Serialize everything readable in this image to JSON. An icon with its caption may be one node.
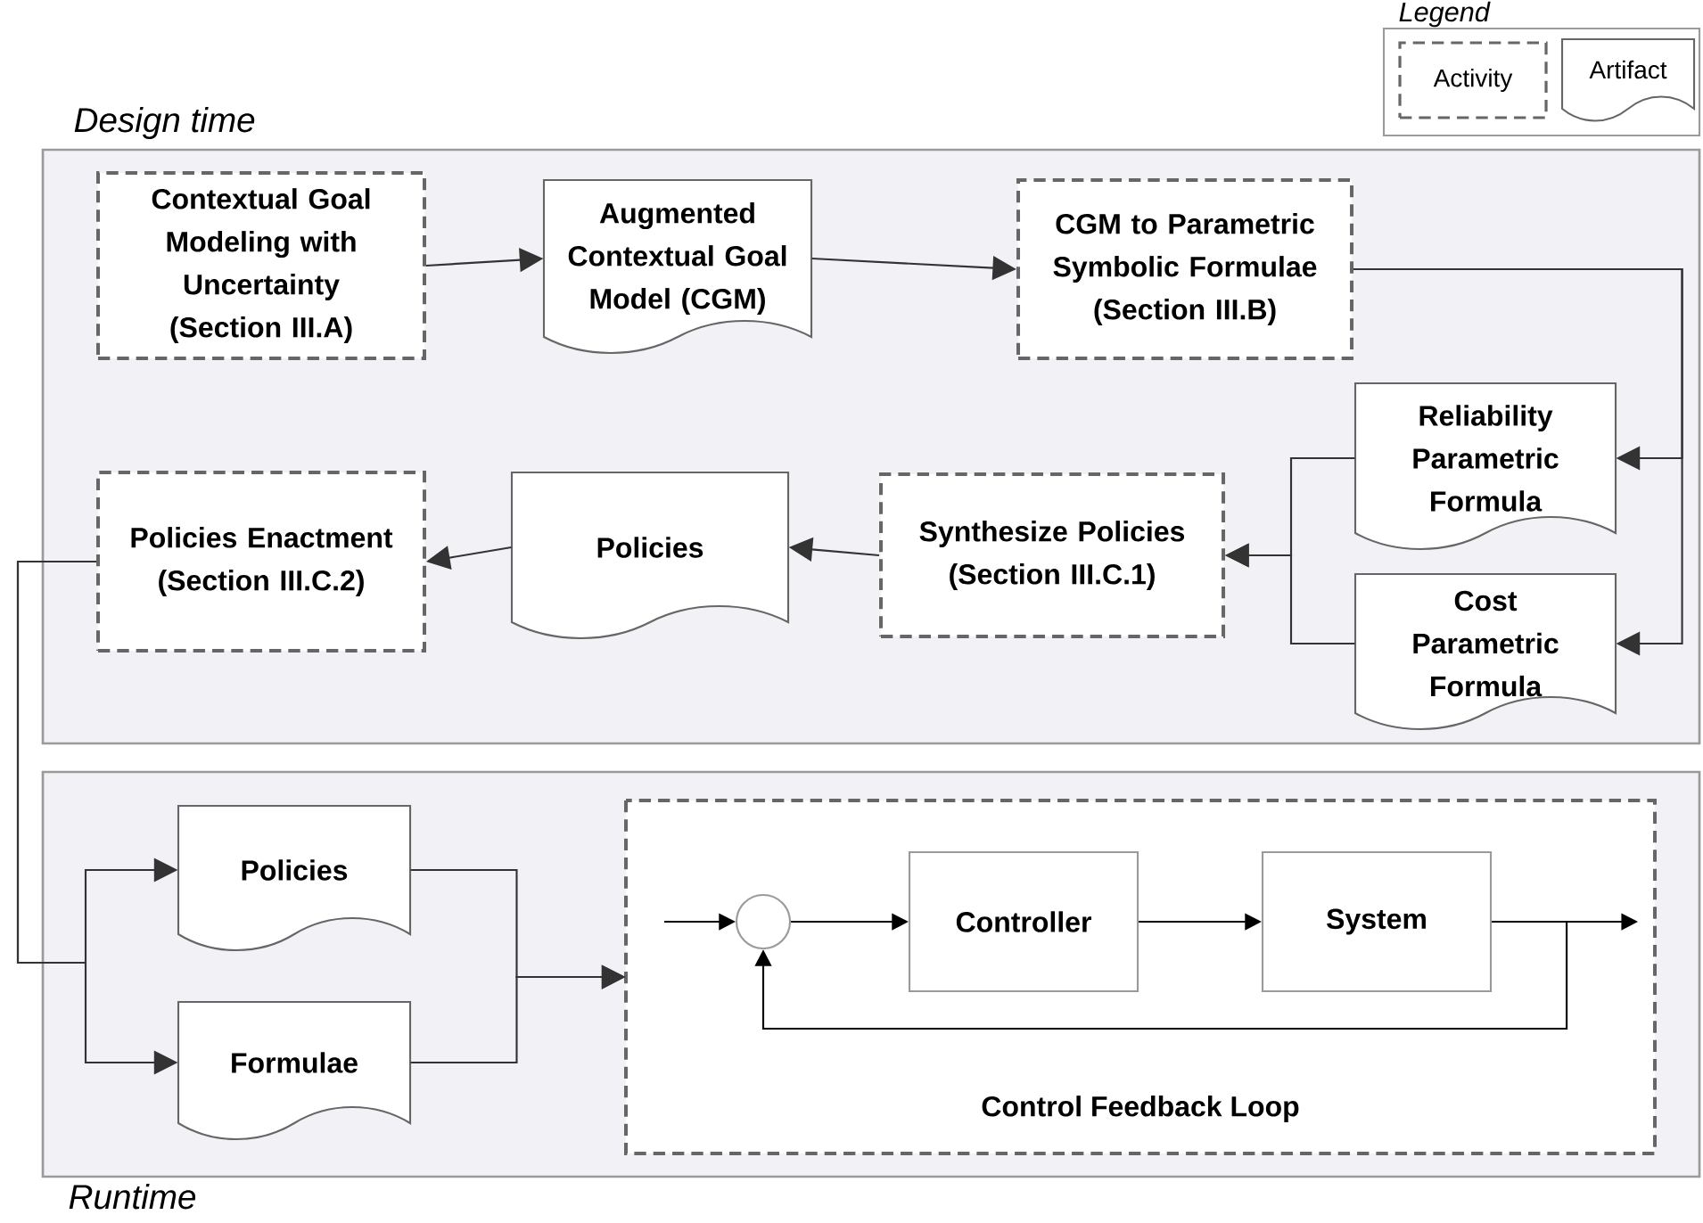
{
  "diagram": {
    "nodes": [
      {
        "text": [
          "Design time"
        ]
      },
      {
        "text": [
          "Contextual Goal Modeling with Uncertainty (Section III.A)"
        ],
        "in": 0
      },
      {
        "text": [
          "Augmented Contextual Goal Model (CGM)"
        ],
        "in": 0
      },
      {
        "text": [
          "CGM to Parametric Symbolic Formulae (Section III.B)"
        ],
        "in": 0
      },
      {
        "text": [
          "Reliability Parametric Formula"
        ],
        "in": 0
      },
      {
        "text": [
          "Cost Parametric Formula"
        ],
        "in": 0
      },
      {
        "text": [
          "Synthesize Policies (Section III.C.1)"
        ],
        "in": 0
      },
      {
        "text": [
          "Policies"
        ],
        "in": 0
      },
      {
        "text": [
          "Policies Enactment (Section III.C.2)"
        ],
        "in": 0
      },
      {
        "text": [
          "Runtime"
        ]
      },
      {
        "text": [
          "Policies"
        ],
        "in": 9
      },
      {
        "text": [
          "Formulae"
        ],
        "in": 9
      },
      {
        "text": [
          "Control Feedback Loop"
        ],
        "in": 9
      },
      {
        "text": [],
        "shape": "circle",
        "in": 12
      },
      {
        "text": [
          "Controller"
        ],
        "in": 12
      },
      {
        "text": [
          "System"
        ],
        "in": 12
      }
    ],
    "edges": [
      {
        "from": 1,
        "to": 2,
        "arrow": "to"
      },
      {
        "from": 2,
        "to": 3,
        "arrow": "to"
      },
      {
        "from": 3,
        "to": 4,
        "arrow": "to"
      },
      {
        "from": 3,
        "to": 5,
        "arrow": "to"
      },
      {
        "from": 4,
        "to": 6,
        "arrow": "to"
      },
      {
        "from": 5,
        "to": 6,
        "arrow": "to"
      },
      {
        "from": 6,
        "to": 7,
        "arrow": "to"
      },
      {
        "from": 7,
        "to": 8,
        "arrow": "to"
      },
      {
        "from": 8,
        "to": 10,
        "arrow": "to"
      },
      {
        "from": 8,
        "to": 11,
        "arrow": "to"
      },
      {
        "from": 10,
        "to": 12,
        "arrow": "to"
      },
      {
        "from": 11,
        "to": 12,
        "arrow": "to"
      },
      {
        "from": null,
        "to": 13,
        "arrow": "to"
      },
      {
        "from": 13,
        "to": 14,
        "arrow": "to"
      },
      {
        "from": 14,
        "to": 15,
        "arrow": "to"
      },
      {
        "from": 15,
        "to": null,
        "arrow": "to"
      },
      {
        "from": 15,
        "to": 13,
        "arrow": "to"
      }
    ],
    "labels": [
      "Legend"
    ],
    "legend": [
      {
        "text": "Activity"
      },
      {
        "text": "Artifact"
      }
    ]
  }
}
